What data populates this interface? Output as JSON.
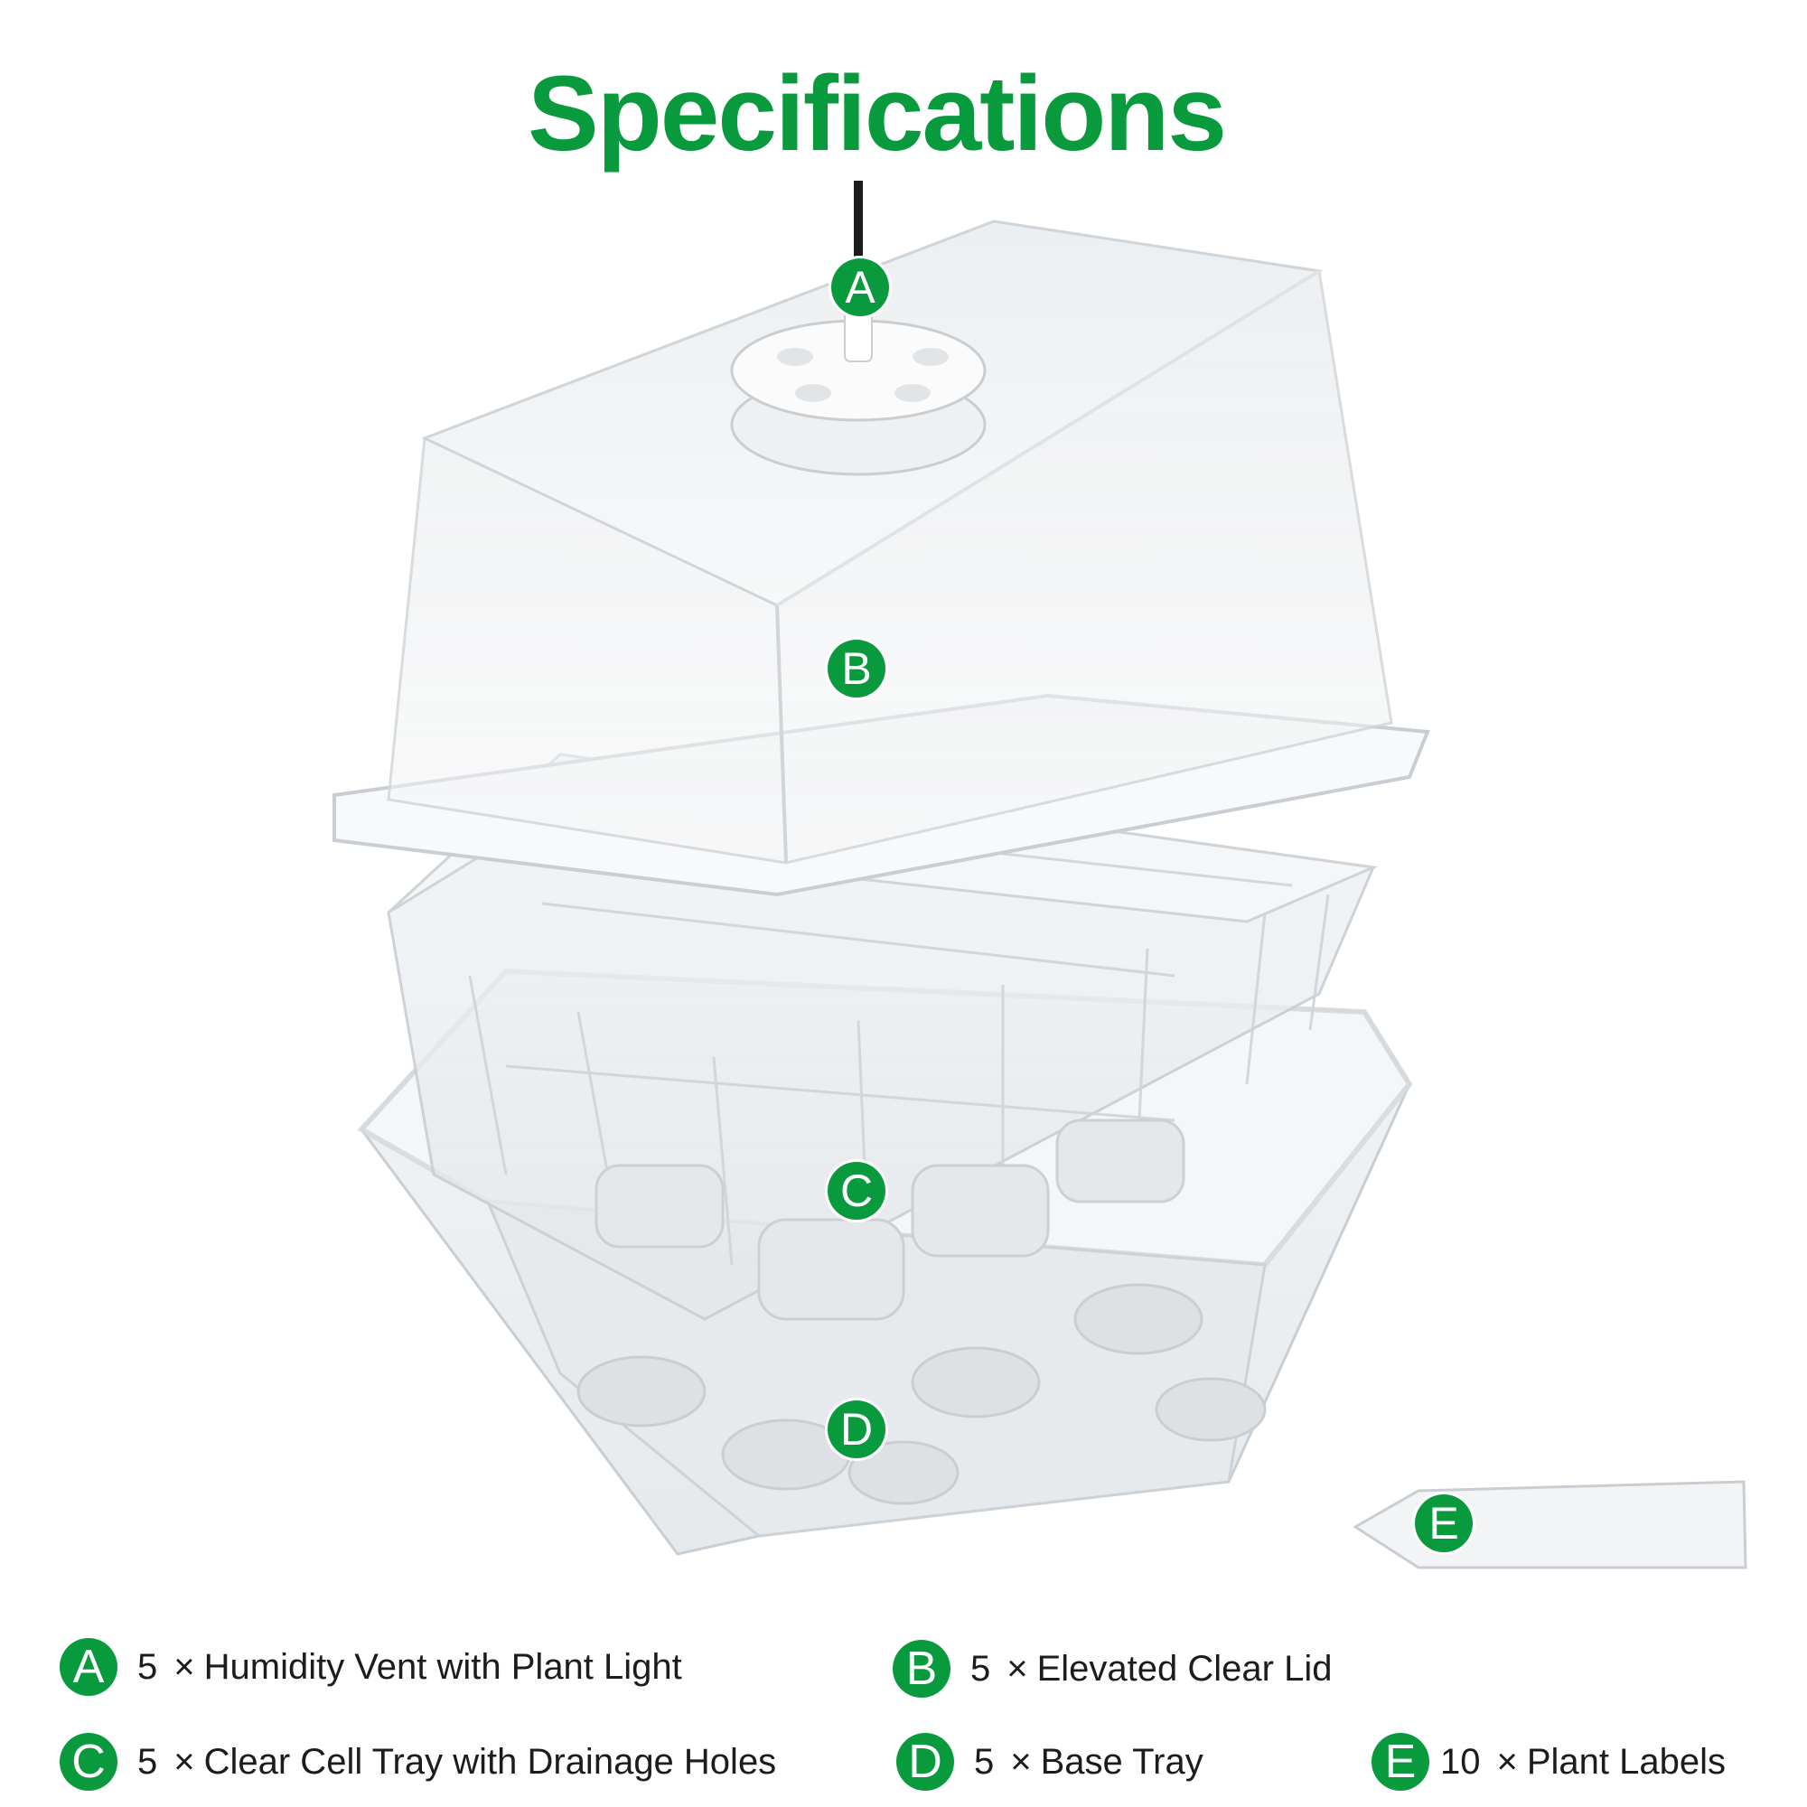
{
  "title": "Specifications",
  "colors": {
    "accent": "#0a9a3e",
    "text": "#1c1c1c",
    "plastic_edge": "#c9ced3"
  },
  "markers": [
    "A",
    "B",
    "C",
    "D",
    "E"
  ],
  "legend": [
    {
      "badge": "A",
      "qty": "5",
      "times": "×",
      "label": "Humidity Vent with Plant Light"
    },
    {
      "badge": "B",
      "qty": "5",
      "times": "×",
      "label": "Elevated Clear Lid"
    },
    {
      "badge": "C",
      "qty": "5",
      "times": "×",
      "label": "Clear Cell Tray with Drainage Holes"
    },
    {
      "badge": "D",
      "qty": "5",
      "times": "×",
      "label": "Base Tray"
    },
    {
      "badge": "E",
      "qty": "10",
      "times": "×",
      "label": "Plant Labels"
    }
  ]
}
